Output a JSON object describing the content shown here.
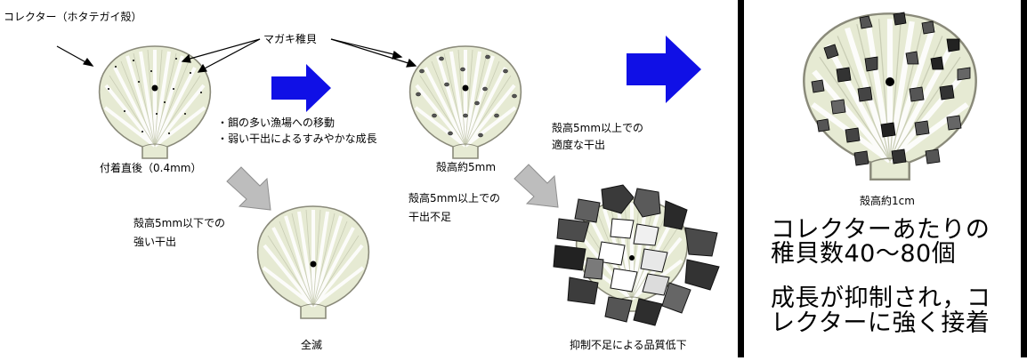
{
  "labels": {
    "collector": "コレクター（ホタテガイ殻）",
    "spat": "マガキ稚貝",
    "after_attach": "付着直後（0.4mm）",
    "move_1": "・餌の多い漁場への移動",
    "move_2": "・弱い干出によるすみやかな成長",
    "strong_exposure_1": "殻高5mm以下での",
    "strong_exposure_2": "強い干出",
    "all_dead": "全滅",
    "height_5mm": "殻高約5mm",
    "proper_exposure_1": "殻高5mm以上での",
    "proper_exposure_2": "適度な干出",
    "insufficient_1": "殻高5mm以上での",
    "insufficient_2": "干出不足",
    "quality_drop": "抑制不足による品質低下",
    "height_1cm": "殻高約1cm"
  },
  "summary": {
    "line1": "コレクターあたりの",
    "line2": "稚貝数40～80個",
    "line3": "成長が抑制され，コ",
    "line4": "レクターに強く接着"
  },
  "colors": {
    "shell_fill": "#e6ead3",
    "shell_stroke": "#8a8a7a",
    "arrow_blue": "#1010e6",
    "arrow_gray": "#b9b9b9"
  }
}
